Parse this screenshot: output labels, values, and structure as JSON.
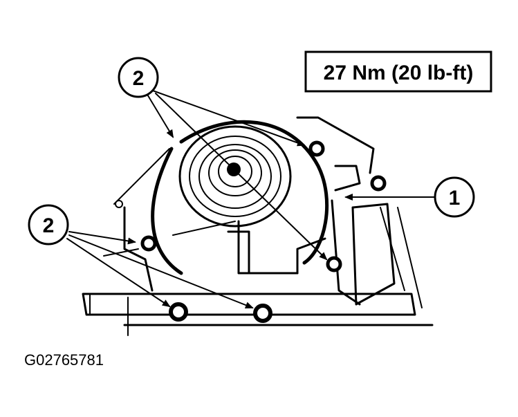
{
  "spec_label": "27 Nm (20 lb-ft)",
  "callouts": {
    "top_left": "2",
    "right": "1",
    "left": "2"
  },
  "figure_code": "G02765781"
}
